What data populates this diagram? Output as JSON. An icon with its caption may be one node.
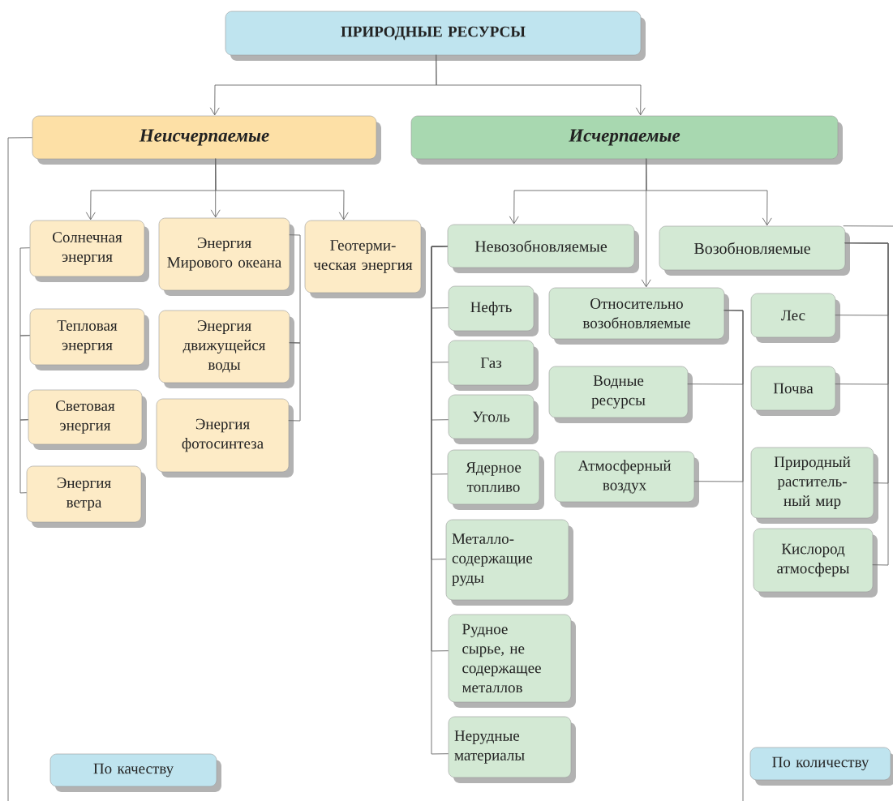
{
  "diagram": {
    "nodes": [
      {
        "text": [
          "ПРИРОДНЫЕ РЕСУРСЫ"
        ]
      },
      {
        "text": [
          "Неисчерпаемые"
        ]
      },
      {
        "text": [
          "Исчерпаемые"
        ]
      },
      {
        "text": [
          "Солнечная энергия"
        ]
      },
      {
        "text": [
          "Энергия Мирового океана"
        ]
      },
      {
        "text": [
          "Геотерми-ческая энергия"
        ]
      },
      {
        "text": [
          "Тепловая энергия"
        ]
      },
      {
        "text": [
          "Энергия движущейся воды"
        ]
      },
      {
        "text": [
          "Световая энергия"
        ]
      },
      {
        "text": [
          "Энергия фотосинтеза"
        ]
      },
      {
        "text": [
          "Энергия ветра"
        ]
      },
      {
        "text": [
          "Невозобновляемые"
        ]
      },
      {
        "text": [
          "Возобновляемые"
        ]
      },
      {
        "text": [
          "Нефть"
        ]
      },
      {
        "text": [
          "Относительно возобновляемые"
        ]
      },
      {
        "text": [
          "Газ"
        ]
      },
      {
        "text": [
          "Водные ресурсы"
        ]
      },
      {
        "text": [
          "Лес"
        ]
      },
      {
        "text": [
          "Почва"
        ]
      },
      {
        "text": [
          "Уголь"
        ]
      },
      {
        "text": [
          "Ядерное топливо"
        ]
      },
      {
        "text": [
          "Атмосферный воздух"
        ]
      },
      {
        "text": [
          "Природный раститель-ный мир"
        ]
      },
      {
        "text": [
          "Кислород атмосферы"
        ]
      },
      {
        "text": [
          "Металло-содержащие руды"
        ]
      },
      {
        "text": [
          "Рудное сырье, не содержащее металлов"
        ]
      },
      {
        "text": [
          "Нерудные материалы"
        ]
      },
      {
        "text": [
          "По качеству"
        ]
      },
      {
        "text": [
          "По количеству"
        ]
      }
    ],
    "edges": [
      {
        "from": 0,
        "to": 1,
        "arrow": "to"
      },
      {
        "from": 0,
        "to": 2,
        "arrow": "to"
      },
      {
        "from": 1,
        "to": 3,
        "arrow": "to"
      },
      {
        "from": 1,
        "to": 4,
        "arrow": "to"
      },
      {
        "from": 1,
        "to": 5,
        "arrow": "to"
      },
      {
        "from": 2,
        "to": 11,
        "arrow": "to"
      },
      {
        "from": 2,
        "to": 14,
        "arrow": "to"
      },
      {
        "from": 2,
        "to": 12,
        "arrow": "to"
      },
      {
        "from": 3,
        "to": 6,
        "arrow": "none"
      },
      {
        "from": 6,
        "to": 8,
        "arrow": "none"
      },
      {
        "from": 8,
        "to": 10,
        "arrow": "none"
      },
      {
        "from": 4,
        "to": 7,
        "arrow": "none"
      },
      {
        "from": 7,
        "to": 9,
        "arrow": "none"
      },
      {
        "from": 11,
        "to": 13,
        "arrow": "none"
      },
      {
        "from": 11,
        "to": 15,
        "arrow": "none"
      },
      {
        "from": 11,
        "to": 19,
        "arrow": "none"
      },
      {
        "from": 11,
        "to": 20,
        "arrow": "none"
      },
      {
        "from": 11,
        "to": 24,
        "arrow": "none"
      },
      {
        "from": 11,
        "to": 25,
        "arrow": "none"
      },
      {
        "from": 11,
        "to": 26,
        "arrow": "none"
      },
      {
        "from": 14,
        "to": 16,
        "arrow": "none"
      },
      {
        "from": 14,
        "to": 21,
        "arrow": "none"
      },
      {
        "from": 14,
        "to": null,
        "arrow": "none"
      },
      {
        "from": 12,
        "to": 17,
        "arrow": "none"
      },
      {
        "from": 12,
        "to": 18,
        "arrow": "none"
      },
      {
        "from": 12,
        "to": 22,
        "arrow": "none"
      },
      {
        "from": 12,
        "to": 23,
        "arrow": "none"
      },
      {
        "from": 12,
        "to": null,
        "arrow": "none"
      },
      {
        "from": 1,
        "to": null,
        "arrow": "none"
      }
    ]
  }
}
